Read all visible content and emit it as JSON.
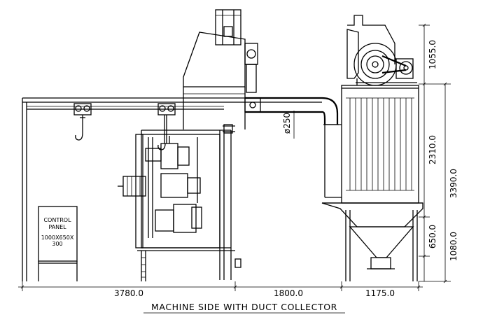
{
  "title": "MACHINE SIDE WITH DUCT COLLECTOR",
  "control_panel": {
    "line1": "CONTROL",
    "line2": "PANEL",
    "line3": "1000X650X",
    "line4": "300"
  },
  "dimensions": {
    "machine_length": "3780.0",
    "gap_length": "1800.0",
    "collector_width": "1175.0",
    "fan_height": "1055.0",
    "filter_height": "2310.0",
    "total_height": "3390.0",
    "hopper_height": "650.0",
    "leg_height": "1080.0",
    "duct_diameter": "ø250"
  }
}
